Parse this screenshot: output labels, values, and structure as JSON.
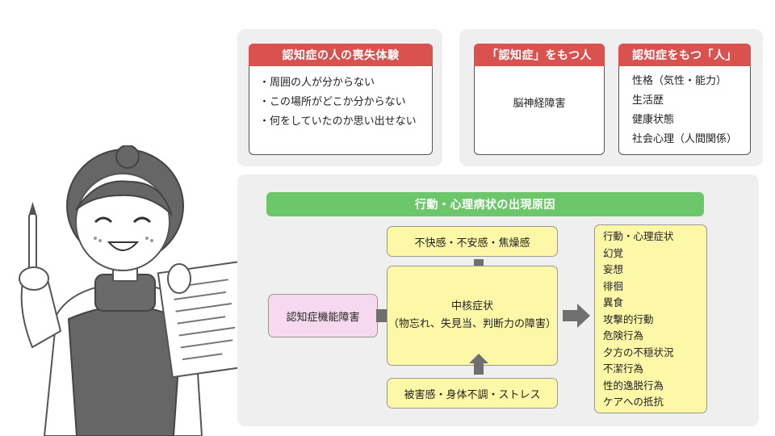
{
  "loss_experience": {
    "title": "認知症の人の喪失体験",
    "items": [
      "・周囲の人が分からない",
      "・この場所がどこか分からない",
      "・何をしていたのか思い出せない"
    ]
  },
  "person_with_dementia": {
    "title": "「認知症」をもつ人",
    "content": "脳神経障害"
  },
  "person_aspect": {
    "title": "認知症をもつ「人」",
    "items": [
      "性格（気性・能力）",
      "生活歴",
      "健康状態",
      "社会心理（人間関係）"
    ]
  },
  "bpsd_causes": {
    "banner": "行動・心理病状の出現原因",
    "top_box": "不快感・不安感・焦燥感",
    "left_box": "認知症機能障害",
    "core_title": "中核症状",
    "core_detail": "（物忘れ、失見当、判断力の障害）",
    "bottom_box": "被害感・身体不調・ストレス",
    "symptoms": [
      "行動・心理症状",
      "幻覚",
      "妄想",
      "徘徊",
      "異食",
      "攻撃的行動",
      "危険行為",
      "夕方の不穏状況",
      "不潔行為",
      "性的逸脱行為",
      "ケアへの抵抗"
    ]
  },
  "colors": {
    "header_red": "#d9524f",
    "banner_green": "#6cc76a",
    "box_yellow": "#fdf7a8",
    "box_pink": "#f6d9ef",
    "arrow_gray": "#6f6f6f",
    "panel_gray": "#efeff0"
  }
}
